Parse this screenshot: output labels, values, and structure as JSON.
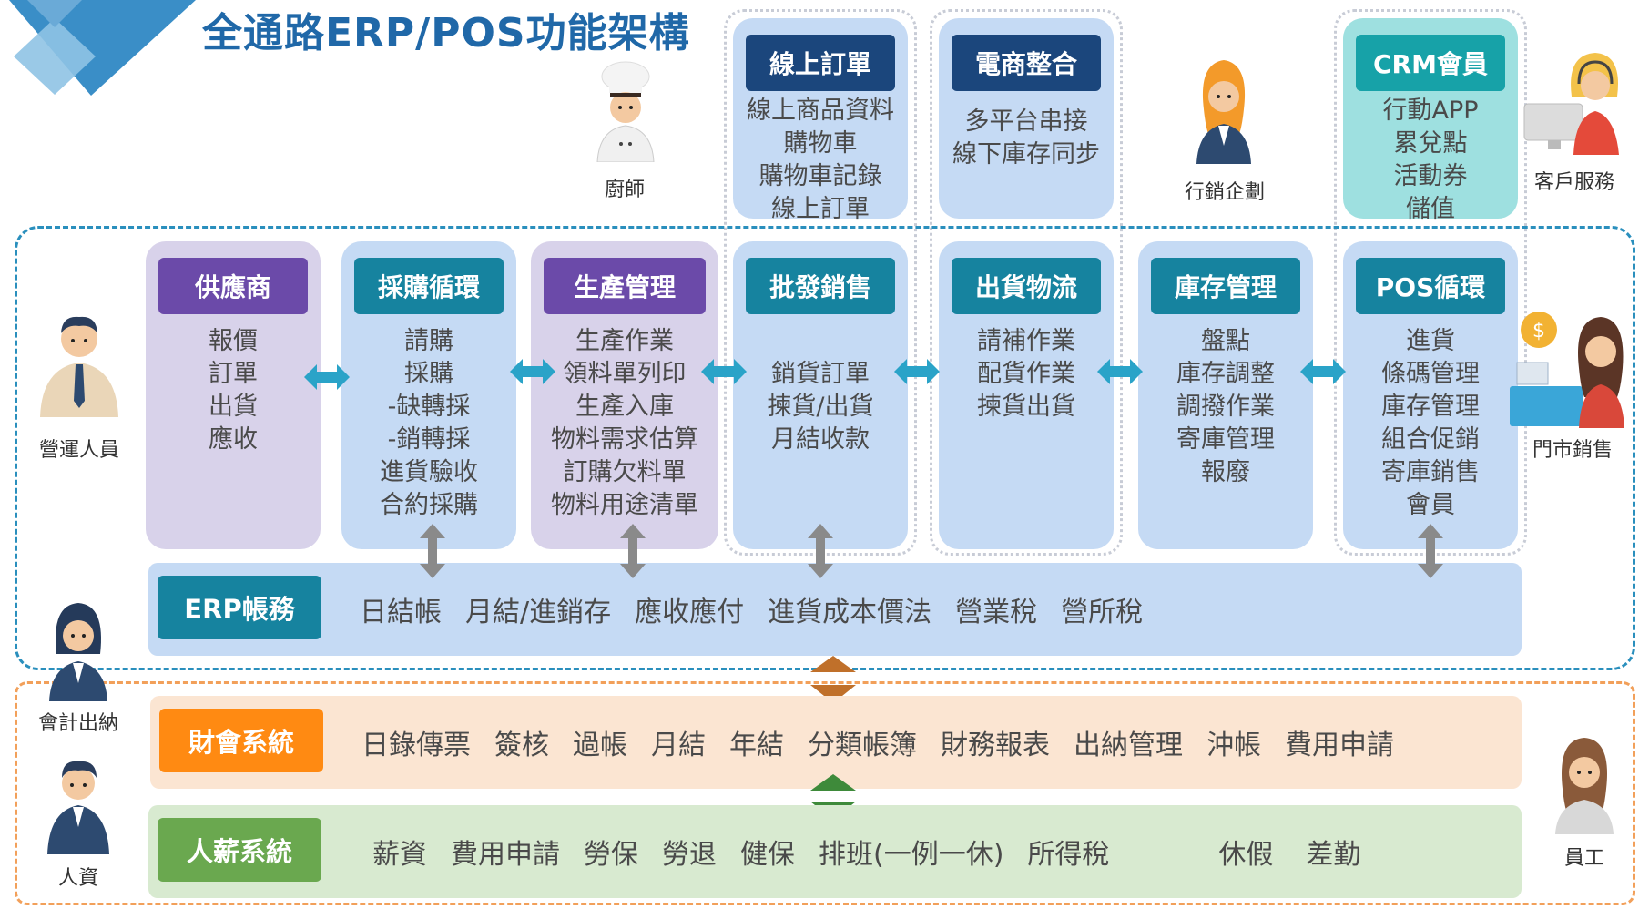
{
  "title": "全通路ERP/POS功能架構",
  "colors": {
    "blue_card": "#c5daf4",
    "purple_card": "#d8d2ea",
    "teal_card": "#9ee0e0",
    "header_teal": "#16839f",
    "header_purple": "#6b4aa9",
    "header_navy": "#1b467c",
    "header_cyan": "#17a2a8",
    "erp_band": "#c5daf4",
    "finance_band": "#fbe5d2",
    "finance_label": "#ff8a12",
    "hr_band": "#d8ead0",
    "hr_label": "#6aa84f"
  },
  "top_modules": [
    {
      "header": "線上訂單",
      "items": [
        "線上商品資料",
        "購物車",
        "購物車記錄",
        "線上訂單"
      ]
    },
    {
      "header": "電商整合",
      "items": [
        "多平台串接",
        "線下庫存同步"
      ]
    },
    {
      "header": "CRM會員",
      "items": [
        "行動APP",
        "累兌點",
        "活動券",
        "儲值"
      ]
    }
  ],
  "modules": [
    {
      "header": "供應商",
      "items": [
        "報價",
        "訂單",
        "出貨",
        "應收"
      ]
    },
    {
      "header": "採購循環",
      "items": [
        "請購",
        "採購",
        "-缺轉採",
        "-銷轉採",
        "進貨驗收",
        "合約採購"
      ]
    },
    {
      "header": "生產管理",
      "items": [
        "生產作業",
        "領料單列印",
        "生產入庫",
        "物料需求估算",
        "訂購欠料單",
        "物料用途清單"
      ]
    },
    {
      "header": "批發銷售",
      "items": [
        "銷貨訂單",
        "揀貨/出貨",
        "月結收款"
      ]
    },
    {
      "header": "出貨物流",
      "items": [
        "請補作業",
        "配貨作業",
        "揀貨出貨"
      ]
    },
    {
      "header": "庫存管理",
      "items": [
        "盤點",
        "庫存調整",
        "調撥作業",
        "寄庫管理",
        "報廢"
      ]
    },
    {
      "header": "POS循環",
      "items": [
        "進貨",
        "條碼管理",
        "庫存管理",
        "組合促銷",
        "寄庫銷售",
        "會員"
      ]
    }
  ],
  "erp": {
    "label": "ERP帳務",
    "items": [
      "日結帳",
      "月結/進銷存",
      "應收應付",
      "進貨成本價法",
      "營業稅",
      "營所稅"
    ]
  },
  "finance": {
    "label": "財會系統",
    "items": [
      "日錄傳票",
      "簽核",
      "過帳",
      "月結",
      "年結",
      "分類帳簿",
      "財務報表",
      "出納管理",
      "沖帳",
      "費用申請"
    ]
  },
  "hr": {
    "label": "人薪系統",
    "items": [
      "薪資",
      "費用申請",
      "勞保",
      "勞退",
      "健保",
      "排班(一例一休)",
      "所得稅",
      "休假",
      "差勤"
    ]
  },
  "people": {
    "chef": "廚師",
    "marketing": "行銷企劃",
    "customer_service": "客戶服務",
    "operations": "營運人員",
    "store_sales": "門市銷售",
    "accounting": "會計出納",
    "hr": "人資",
    "employee": "員工"
  },
  "icons": [
    "logo-triangles",
    "chef-icon",
    "marketer-icon",
    "support-agent-icon",
    "operator-icon",
    "store-clerk-icon",
    "cashier-register-icon",
    "accountant-icon",
    "hr-person-icon",
    "employee-icon",
    "double-arrow-icon",
    "updown-arrow-icon"
  ]
}
